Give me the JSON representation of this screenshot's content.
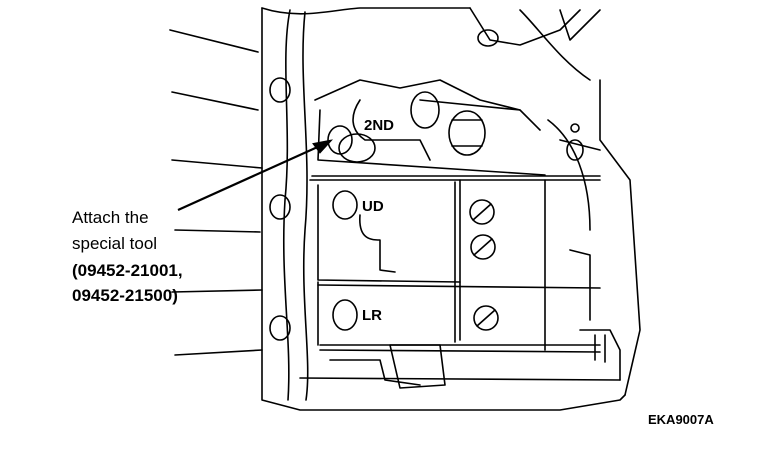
{
  "callout": {
    "line1": "Attach the",
    "line2": "special tool",
    "line3": "(09452-21001,",
    "line4": "09452-21500)"
  },
  "ports": {
    "second": "2ND",
    "ud": "UD",
    "lr": "LR"
  },
  "figure_code": "EKA9007A",
  "colors": {
    "ink": "#000000",
    "paper": "#ffffff"
  }
}
